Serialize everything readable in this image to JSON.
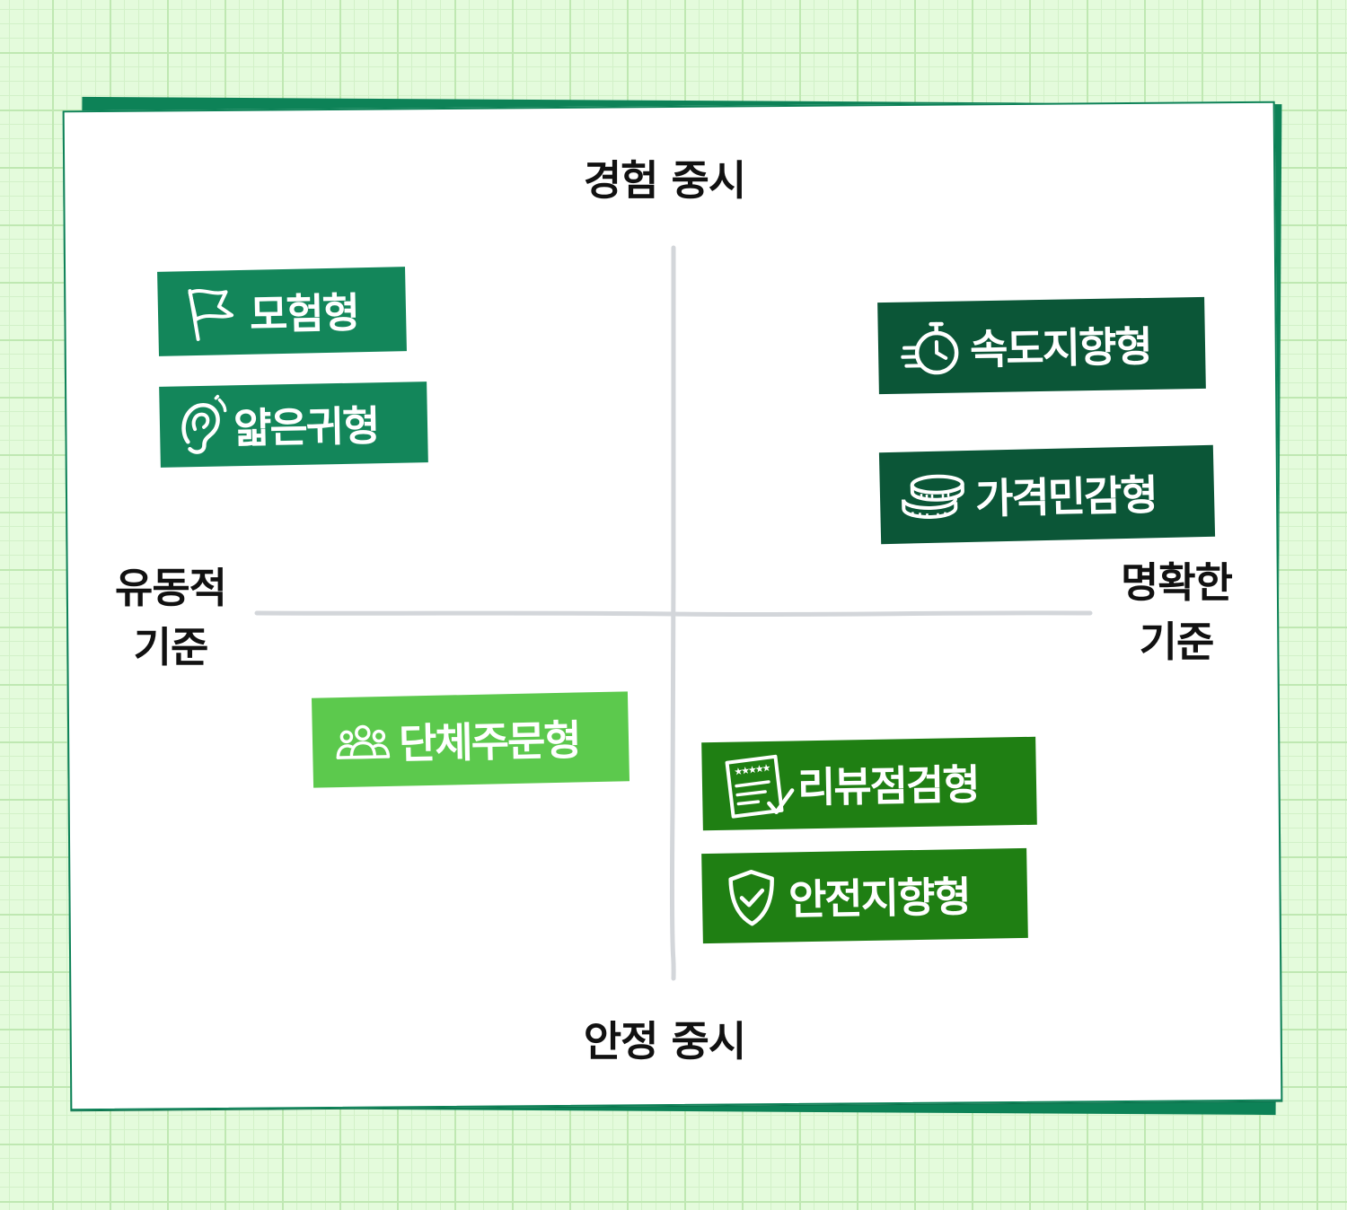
{
  "axes": {
    "top": "경험 중시",
    "bottom": "안정 중시",
    "left_line1": "유동적",
    "left_line2": "기준",
    "right_line1": "명확한",
    "right_line2": "기준"
  },
  "quadrants": {
    "top_left": [
      {
        "label": "모험형",
        "icon": "flag-icon",
        "color": "#13865a"
      },
      {
        "label": "얇은귀형",
        "icon": "ear-icon",
        "color": "#13865a"
      }
    ],
    "top_right": [
      {
        "label": "속도지향형",
        "icon": "stopwatch-icon",
        "color": "#0b5637"
      },
      {
        "label": "가격민감형",
        "icon": "coins-icon",
        "color": "#0b5637"
      }
    ],
    "bottom_left": [
      {
        "label": "단체주문형",
        "icon": "group-icon",
        "color": "#5cc94d"
      }
    ],
    "bottom_right": [
      {
        "label": "리뷰점검형",
        "icon": "review-icon",
        "color": "#1f7f13"
      },
      {
        "label": "안전지향형",
        "icon": "shield-check-icon",
        "color": "#1f7f13"
      }
    ]
  }
}
